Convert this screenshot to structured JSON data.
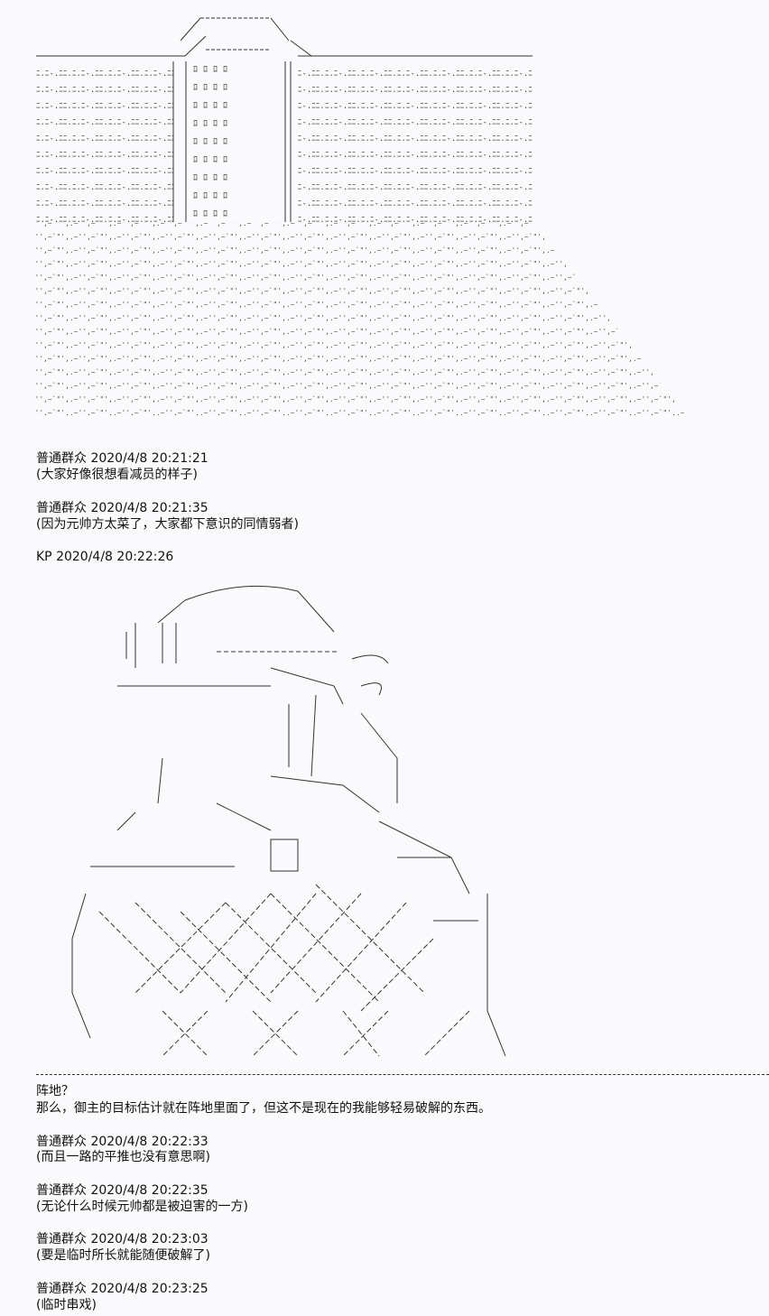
{
  "posts": [
    {
      "author": "普通群众",
      "time": "2020/4/8 20:21:21",
      "lines": [
        "(大家好像很想看减员的样子)"
      ]
    },
    {
      "author": "普通群众",
      "time": "2020/4/8 20:21:35",
      "lines": [
        "(因为元帅方太菜了，大家都下意识的同情弱者)"
      ]
    },
    {
      "author": "KP",
      "time": "2020/4/8 20:22:26",
      "lines": [
        "阵地？",
        "那么，御主的目标估计就在阵地里面了，但这不是现在的我能够轻易破解的东西。"
      ]
    },
    {
      "author": "普通群众",
      "time": "2020/4/8 20:22:33",
      "lines": [
        "(而且一路的平推也没有意思啊)"
      ]
    },
    {
      "author": "普通群众",
      "time": "2020/4/8 20:22:35",
      "lines": [
        "(无论什么时候元帅都是被迫害的一方)"
      ]
    },
    {
      "author": "普通群众",
      "time": "2020/4/8 20:23:03",
      "lines": [
        "(要是临时所长就能随便破解了)"
      ]
    },
    {
      "author": "普通群众",
      "time": "2020/4/8 20:23:25",
      "lines": [
        "(临时串戏)"
      ]
    }
  ]
}
